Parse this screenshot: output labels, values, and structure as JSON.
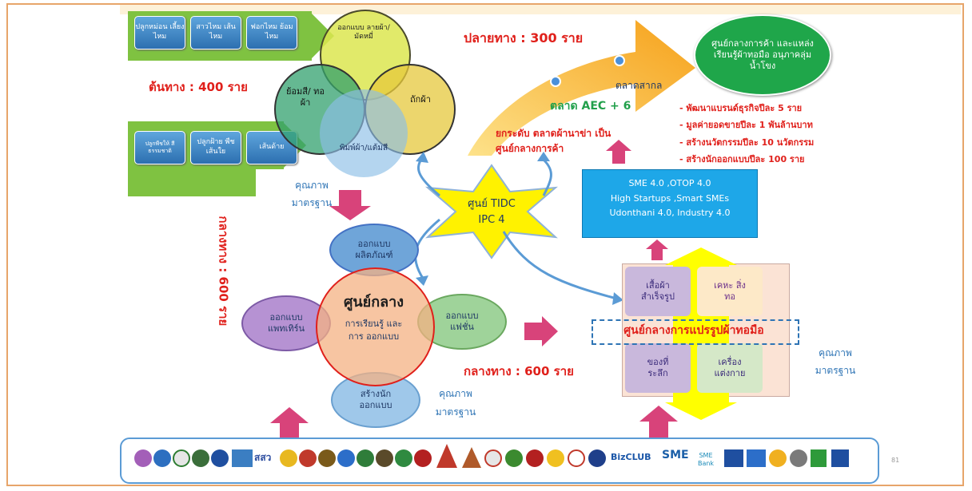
{
  "top_left_boxes": [
    "ปลูกหม่อน เลี้ยงไหม",
    "สาวไหม เส้นไหม",
    "ฟอกไหม ย้อมไหม"
  ],
  "mid_left_boxes": [
    "ปลูกพืชให้ สีธรรมชาติ",
    "ปลูกฝ้าย พืชเส้นใย",
    "เส้นด้าย"
  ],
  "start_label": "ต้นทาง : 400 ราย",
  "end_label": "ปลายทาง : 300 ราย",
  "middle_label_vertical": "กลางทาง : 600 ราย",
  "middle_label": "กลางทาง : 600 ราย",
  "venn": {
    "top": "ออกแบบ ลายผ้า/มัดหมี่",
    "left": "ย้อมสี/ ทอผ้า",
    "right": "ถักผ้า",
    "bottom": "พิมพ์ผ้า/แต้มสี"
  },
  "quality_1": "คุณภาพ มาตรฐาน",
  "quality_2": "คุณภาพ มาตรฐาน",
  "quality_3": "คุณภาพ มาตรฐาน",
  "star": {
    "line1": "ศูนย์ TIDC",
    "line2": "IPC 4"
  },
  "center": {
    "title": "ศูนย์กลาง",
    "sub": "การเรียนรู้ และ การ ออกแบบ"
  },
  "petals": {
    "top": "ออกแบบ ผลิตภัณฑ์",
    "left": "ออกแบบ แพทเทิร์น",
    "right": "ออกแบบ แฟชั่น",
    "bottom": "สร้างนัก ออกแบบ"
  },
  "big_arrow": {
    "point1": "ยกระดับ ตลาดผ้านาข่า เป็น ศูนย์กลางการค้า",
    "point2": "ตลาด AEC + 6",
    "point3": "ตลาดสากล"
  },
  "green_oval": "ศูนย์กลางการค้า และแหล่งเรียนรู้ผ้าทอมือ อนุภาคลุ่มน้ำโขง",
  "targets": [
    "- พัฒนาแบรนด์ธุรกิจปีละ 5 ราย",
    "- มูลค่ายอดขายปีละ 1 พันล้านบาท",
    "- สร้างนวัตกรรมปีละ 10 นวัตกรรม",
    "- สร้างนักออกแบบปีละ 100 ราย"
  ],
  "sme_box": [
    "SME 4.0 ,OTOP 4.0",
    "High Startups ,Smart SMEs",
    "Udonthani 4.0, Industry 4.0"
  ],
  "products": {
    "tl": "เสื้อผ้า สำเร็จรูป",
    "tr": "เคหะ สิ่งทอ",
    "bl": "ของที่ ระลึก",
    "br": "เครื่อง แต่งกาย"
  },
  "processing_center": "ศูนย์กลางการแปรรูปผ้าทอมือ",
  "logos_text": {
    "biz": "BizCLUB",
    "sme": "SME",
    "smebank": "SME Bank",
    "lao": "สสว",
    "page": "81"
  },
  "colors": {
    "red": "#e0201b",
    "blue": "#2e74b5",
    "green": "#7fc241"
  }
}
